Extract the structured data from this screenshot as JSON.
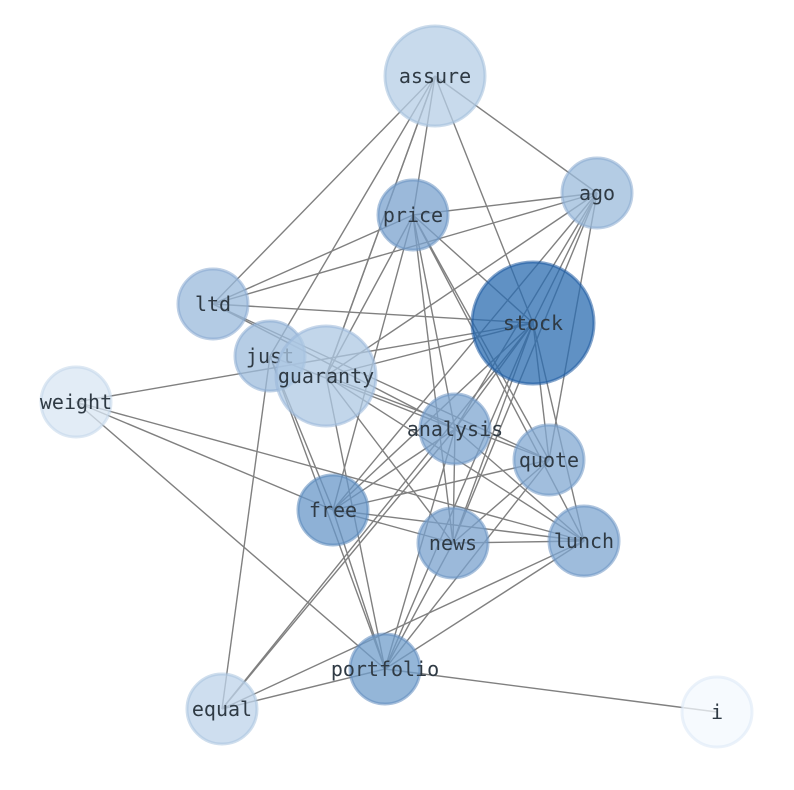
{
  "nodes": [
    {
      "id": "assure",
      "label": "assure",
      "weight": 0.32
    },
    {
      "id": "ago",
      "label": "ago",
      "weight": 0.45
    },
    {
      "id": "price",
      "label": "price",
      "weight": 0.62
    },
    {
      "id": "ltd",
      "label": "ltd",
      "weight": 0.46
    },
    {
      "id": "stock",
      "label": "stock",
      "weight": 1.0
    },
    {
      "id": "just",
      "label": "just",
      "weight": 0.44
    },
    {
      "id": "guaranty",
      "label": "guaranty",
      "weight": 0.36
    },
    {
      "id": "weight",
      "label": "weight",
      "weight": 0.15
    },
    {
      "id": "analysis",
      "label": "analysis",
      "weight": 0.6
    },
    {
      "id": "quote",
      "label": "quote",
      "weight": 0.58
    },
    {
      "id": "free",
      "label": "free",
      "weight": 0.7
    },
    {
      "id": "news",
      "label": "news",
      "weight": 0.62
    },
    {
      "id": "lunch",
      "label": "lunch",
      "weight": 0.6
    },
    {
      "id": "portfolio",
      "label": "portfolio",
      "weight": 0.66
    },
    {
      "id": "equal",
      "label": "equal",
      "weight": 0.28
    },
    {
      "id": "i",
      "label": "i",
      "weight": 0.02
    }
  ],
  "edges": [
    [
      "assure",
      "guaranty"
    ],
    [
      "assure",
      "guaranty"
    ],
    [
      "assure",
      "ltd"
    ],
    [
      "assure",
      "ago"
    ],
    [
      "assure",
      "stock"
    ],
    [
      "assure",
      "price"
    ],
    [
      "assure",
      "just"
    ],
    [
      "ago",
      "price"
    ],
    [
      "ago",
      "ltd"
    ],
    [
      "ago",
      "guaranty"
    ],
    [
      "ago",
      "stock"
    ],
    [
      "ago",
      "analysis"
    ],
    [
      "ago",
      "news"
    ],
    [
      "ago",
      "quote"
    ],
    [
      "ago",
      "free"
    ],
    [
      "price",
      "ltd"
    ],
    [
      "price",
      "guaranty"
    ],
    [
      "price",
      "free"
    ],
    [
      "price",
      "analysis"
    ],
    [
      "price",
      "stock"
    ],
    [
      "price",
      "quote"
    ],
    [
      "price",
      "news"
    ],
    [
      "price",
      "lunch"
    ],
    [
      "ltd",
      "stock"
    ],
    [
      "ltd",
      "analysis"
    ],
    [
      "ltd",
      "quote"
    ],
    [
      "stock",
      "guaranty"
    ],
    [
      "stock",
      "weight"
    ],
    [
      "stock",
      "free"
    ],
    [
      "stock",
      "news"
    ],
    [
      "stock",
      "quote"
    ],
    [
      "stock",
      "lunch"
    ],
    [
      "stock",
      "portfolio"
    ],
    [
      "stock",
      "equal"
    ],
    [
      "stock",
      "analysis"
    ],
    [
      "just",
      "analysis"
    ],
    [
      "just",
      "free"
    ],
    [
      "just",
      "equal"
    ],
    [
      "just",
      "portfolio"
    ],
    [
      "guaranty",
      "lunch"
    ],
    [
      "guaranty",
      "news"
    ],
    [
      "guaranty",
      "quote"
    ],
    [
      "guaranty",
      "portfolio"
    ],
    [
      "weight",
      "free"
    ],
    [
      "weight",
      "lunch"
    ],
    [
      "weight",
      "portfolio"
    ],
    [
      "analysis",
      "free"
    ],
    [
      "analysis",
      "news"
    ],
    [
      "analysis",
      "lunch"
    ],
    [
      "analysis",
      "portfolio"
    ],
    [
      "analysis",
      "equal"
    ],
    [
      "quote",
      "free"
    ],
    [
      "quote",
      "news"
    ],
    [
      "quote",
      "portfolio"
    ],
    [
      "free",
      "news"
    ],
    [
      "free",
      "lunch"
    ],
    [
      "free",
      "portfolio"
    ],
    [
      "news",
      "lunch"
    ],
    [
      "news",
      "portfolio"
    ],
    [
      "lunch",
      "portfolio"
    ],
    [
      "lunch",
      "equal"
    ],
    [
      "portfolio",
      "equal"
    ],
    [
      "portfolio",
      "i"
    ]
  ]
}
